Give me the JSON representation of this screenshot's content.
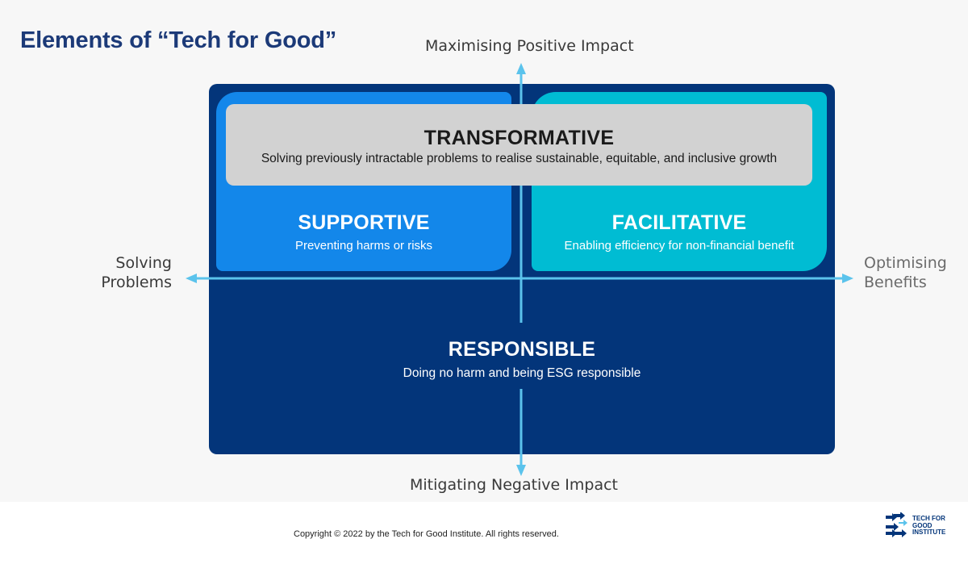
{
  "title": "Elements of “Tech for Good”",
  "axes": {
    "top": "Maximising Positive Impact",
    "bottom": "Mitigating Negative Impact",
    "left_line1": "Solving",
    "left_line2": "Problems",
    "right_line1": "Optimising",
    "right_line2": "Benefits"
  },
  "quadrants": {
    "transformative": {
      "title": "TRANSFORMATIVE",
      "subtitle": "Solving previously intractable problems to realise sustainable, equitable, and inclusive growth",
      "color": "#d2d2d2"
    },
    "supportive": {
      "title": "SUPPORTIVE",
      "subtitle": "Preventing harms or risks",
      "color": "#1387ea"
    },
    "facilitative": {
      "title": "FACILITATIVE",
      "subtitle": "Enabling efficiency for non-financial benefit",
      "color": "#00bcd3"
    },
    "responsible": {
      "title": "RESPONSIBLE",
      "subtitle": "Doing no harm and being ESG responsible",
      "color": "#03357a"
    }
  },
  "arrow_color": "#5bc3ec",
  "footer": {
    "copyright": "Copyright © 2022 by the Tech for Good Institute. All rights reserved.",
    "logo_line1": "TECH FOR",
    "logo_line2": "GOOD",
    "logo_line3": "INSTITUTE",
    "logo_icon": "arrows-logo-icon"
  }
}
